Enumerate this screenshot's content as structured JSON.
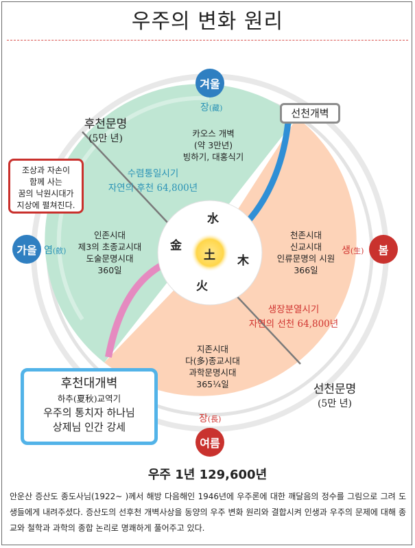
{
  "title": "우주의 변화 원리",
  "seasons": {
    "winter": "겨울",
    "spring": "봄",
    "summer": "여름",
    "autumn": "가을"
  },
  "season_terms": {
    "jang_top": "장",
    "jang_top_han": "(藏)",
    "saeng": "생",
    "saeng_han": "(生)",
    "jang_bottom": "장",
    "jang_bottom_han": "(長)",
    "yeom": "염",
    "yeom_han": "(斂)"
  },
  "elements": {
    "water": "水",
    "wood": "木",
    "fire": "火",
    "metal": "金",
    "earth": "土"
  },
  "chaos": [
    "카오스 개벽",
    "(약 3만년)",
    "빙하기, 대홍식기"
  ],
  "later_heaven": {
    "title": "후천문명",
    "years": "(5만 년)"
  },
  "early_heaven": {
    "title": "선천문명",
    "years": "(5만 년)"
  },
  "early_gaebyeok": "선천개벽",
  "convergence": [
    "수렴통일시기",
    "자연의 후천 64,800년"
  ],
  "growth": [
    "생장분열시기",
    "자연의 선천 64,800년"
  ],
  "human_age": [
    "인존시대",
    "제3의 초종교시대",
    "도술문명시대",
    "360일"
  ],
  "heaven_age": [
    "천존시대",
    "신교시대",
    "인류문명의 시원",
    "366일"
  ],
  "earth_age": [
    "지존시대",
    "다(多)종교시대",
    "과학문명시대",
    "365¼일"
  ],
  "red_box": [
    "조상과 자손이",
    "함께 사는",
    "꿈의 낙원시대가",
    "지상에 펼쳐진다."
  ],
  "blue_box": [
    "후천대개벽",
    "하추(夏秋)교역기",
    "우주의 통치자 하나님",
    "상제님 인간 강세"
  ],
  "cosmic_year": "우주 1년 129,600년",
  "description": "안운산 증산도 종도사님(1922~ )께서 해방 다음해인 1946년에 우주론에 대한 깨달음의 정수를 그림으로 그려 도생들에게 내려주셨다. 증산도의 선후천 개벽사상을 동양의 우주 변화 원리와 결합시켜 인생과 우주의 문제에 대해 종교와 철학과 과학의 종합 논리로 명쾌하게 풀어주고 있다.",
  "colors": {
    "green": "#bfe6d3",
    "peach": "#fdd3b8",
    "blue": "#2f8fd6",
    "pink": "#e58ac0",
    "red": "#c9322e",
    "teal_text": "#2a93b6",
    "red_text": "#d0332f"
  }
}
